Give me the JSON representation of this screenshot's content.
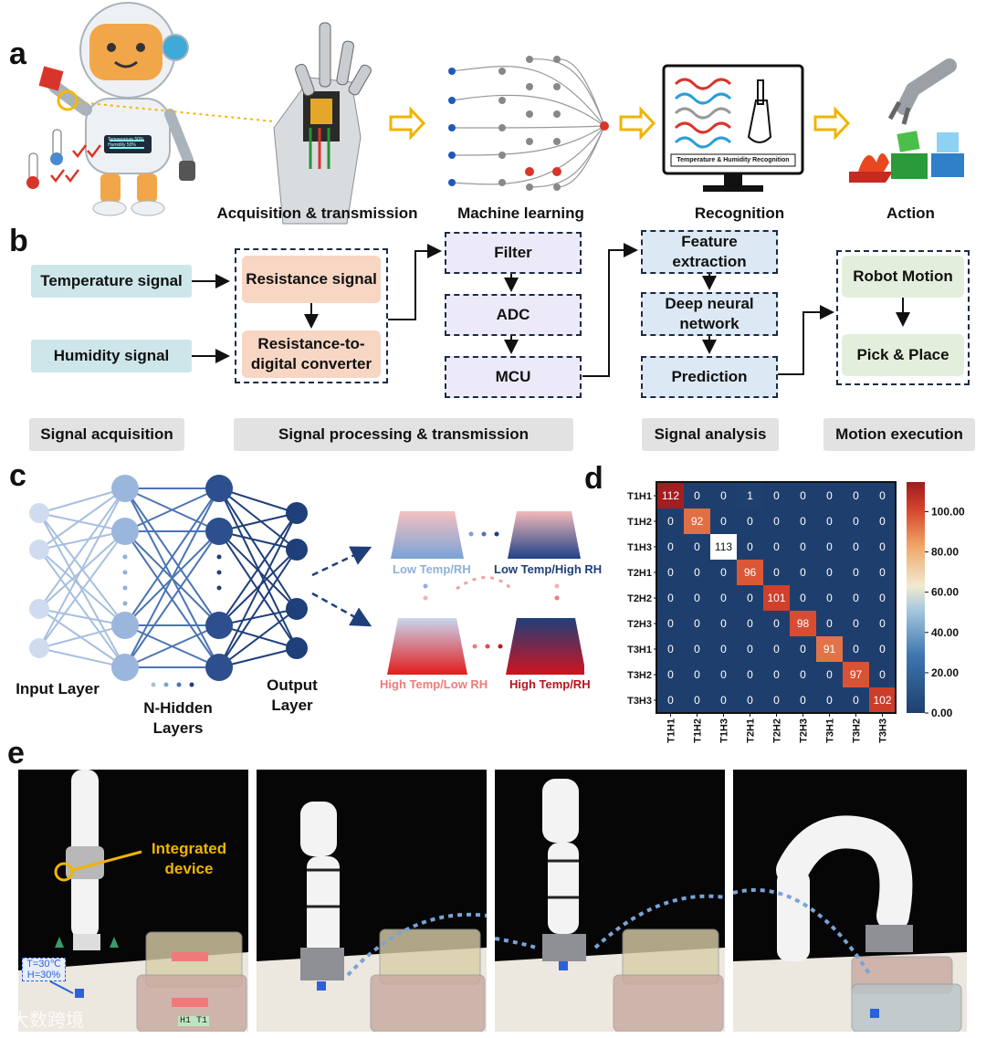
{
  "panels": {
    "a": "a",
    "b": "b",
    "c": "c",
    "d": "d",
    "e": "e"
  },
  "panel_a": {
    "stages": [
      {
        "label": "Acquisition & transmission"
      },
      {
        "label": "Machine learning"
      },
      {
        "label": "Recognition"
      },
      {
        "label": "Action"
      }
    ],
    "robot_display_lines": [
      "Temperature 50%",
      "Humidity 50%"
    ],
    "monitor_caption": "Temperature & Humidity Recognition"
  },
  "panel_b": {
    "inputs": [
      "Temperature signal",
      "Humidity signal"
    ],
    "processing_left": [
      "Resistance signal",
      "Resistance-to-digital converter"
    ],
    "processing_right": [
      "Filter",
      "ADC",
      "MCU"
    ],
    "analysis": [
      "Feature extraction",
      "Deep neural network",
      "Prediction"
    ],
    "motion": [
      "Robot Motion",
      "Pick & Place"
    ],
    "stages": [
      "Signal acquisition",
      "Signal processing & transmission",
      "Signal analysis",
      "Motion execution"
    ]
  },
  "panel_c": {
    "input_layer": "Input Layer",
    "hidden_layers": "N-Hidden Layers",
    "output_layer": "Output Layer",
    "conditions": [
      {
        "label": "Low Temp/RH",
        "color": "#8fb0d8"
      },
      {
        "label": "Low Temp/High RH",
        "color": "#1f3f7a"
      },
      {
        "label": "High Temp/Low RH",
        "color": "#f07a7a"
      },
      {
        "label": "High Temp/RH",
        "color": "#b8131f"
      }
    ]
  },
  "chart_data": {
    "type": "heatmap",
    "row_labels": [
      "T1H1",
      "T1H2",
      "T1H3",
      "T2H1",
      "T2H2",
      "T2H3",
      "T3H1",
      "T3H2",
      "T3H3"
    ],
    "col_labels": [
      "T1H1",
      "T1H2",
      "T1H3",
      "T2H1",
      "T2H2",
      "T2H3",
      "T3H1",
      "T3H2",
      "T3H3"
    ],
    "matrix": [
      [
        112,
        0,
        0,
        1,
        0,
        0,
        0,
        0,
        0
      ],
      [
        0,
        92,
        0,
        0,
        0,
        0,
        0,
        0,
        0
      ],
      [
        0,
        0,
        113,
        0,
        0,
        0,
        0,
        0,
        0
      ],
      [
        0,
        0,
        0,
        96,
        0,
        0,
        0,
        0,
        0
      ],
      [
        0,
        0,
        0,
        0,
        101,
        0,
        0,
        0,
        0
      ],
      [
        0,
        0,
        0,
        0,
        0,
        98,
        0,
        0,
        0
      ],
      [
        0,
        0,
        0,
        0,
        0,
        0,
        91,
        0,
        0
      ],
      [
        0,
        0,
        0,
        0,
        0,
        0,
        0,
        97,
        0
      ],
      [
        0,
        0,
        0,
        0,
        0,
        0,
        0,
        0,
        102
      ]
    ],
    "colorbar_ticks": [
      "100.00",
      "80.00",
      "60.00",
      "40.00",
      "20.00",
      "0.00"
    ],
    "colorbar_values": [
      100,
      80,
      60,
      40,
      20,
      0
    ],
    "vmin": 0,
    "vmax": 113
  },
  "panel_e": {
    "callout": "Integrated device",
    "condition_lines": [
      "T=30℃",
      "H=30%"
    ],
    "box_label": "H1 T1",
    "watermark": "大数跨境"
  }
}
